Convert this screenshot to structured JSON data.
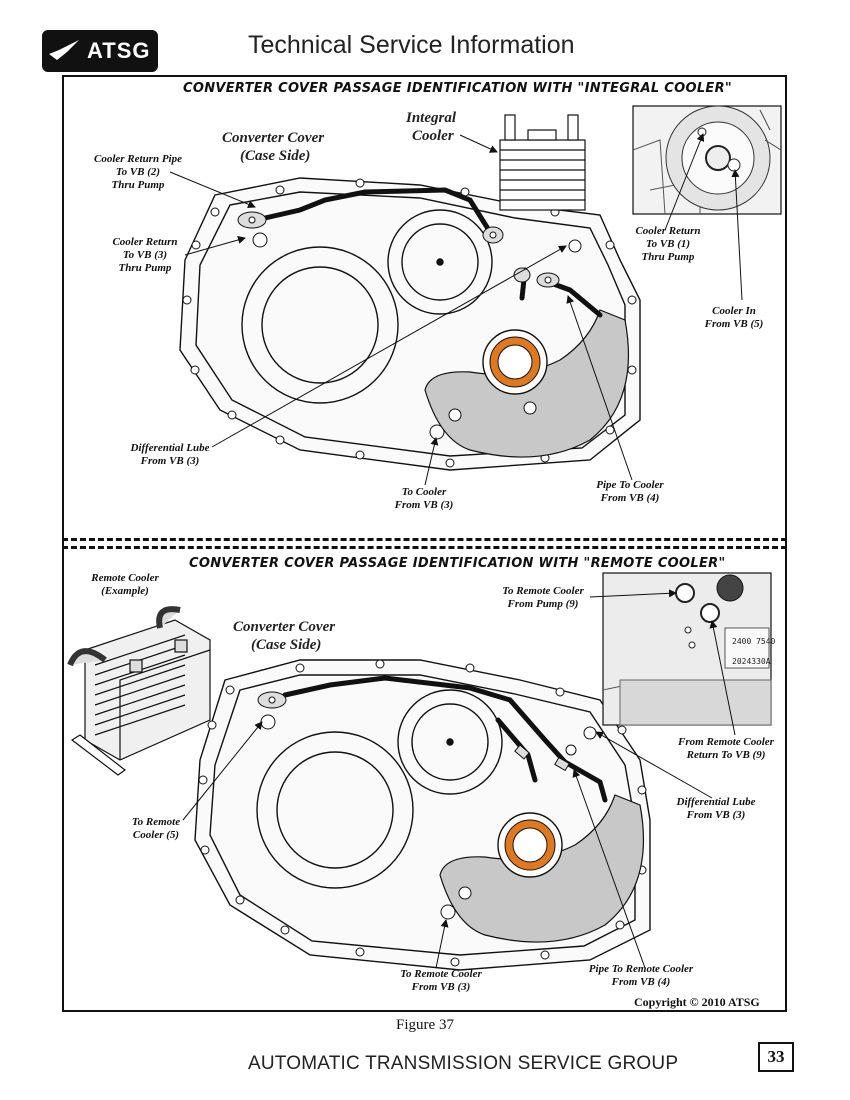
{
  "header": {
    "logo_text": "ATSG",
    "title": "Technical Service Information"
  },
  "section1": {
    "title": "CONVERTER COVER PASSAGE IDENTIFICATION WITH \"INTEGRAL COOLER\"",
    "cover_label_1": "Converter Cover",
    "cover_label_2": "(Case Side)",
    "cooler_label_1": "Integral",
    "cooler_label_2": "Cooler",
    "callouts": {
      "return_pipe": [
        "Cooler Return Pipe",
        "To VB (2)",
        "Thru Pump"
      ],
      "return_vb3": [
        "Cooler Return",
        "To VB (3)",
        "Thru Pump"
      ],
      "diff_lube": [
        "Differential Lube",
        "From VB (3)"
      ],
      "to_cooler": [
        "To Cooler",
        "From VB (3)"
      ],
      "pipe_to_cooler": [
        "Pipe To Cooler",
        "From VB (4)"
      ],
      "return_vb1": [
        "Cooler Return",
        "To VB (1)",
        "Thru Pump"
      ],
      "cooler_in": [
        "Cooler In",
        "From VB (5)"
      ]
    }
  },
  "section2": {
    "title": "CONVERTER COVER PASSAGE IDENTIFICATION WITH \"REMOTE COOLER\"",
    "cover_label_1": "Converter Cover",
    "cover_label_2": "(Case Side)",
    "callouts": {
      "remote_cooler": [
        "Remote Cooler",
        "(Example)"
      ],
      "to_remote_from_pump": [
        "To Remote Cooler",
        "From Pump (9)"
      ],
      "from_remote_return": [
        "From Remote Cooler",
        "Return To VB (9)"
      ],
      "diff_lube": [
        "Differential Lube",
        "From VB (3)"
      ],
      "to_remote_5": [
        "To Remote",
        "Cooler (5)"
      ],
      "to_remote_vb3": [
        "To Remote Cooler",
        "From VB (3)"
      ],
      "pipe_to_remote": [
        "Pipe To Remote Cooler",
        "From VB (4)"
      ]
    },
    "photo_text_1": "2400 7540",
    "photo_text_2": "2024330A"
  },
  "copyright": "Copyright © 2010 ATSG",
  "figure_caption": "Figure 37",
  "footer": "AUTOMATIC TRANSMISSION SERVICE GROUP",
  "page_number": "33",
  "colors": {
    "seal_orange": "#e07820",
    "shield_gray": "#c8c8c8",
    "line": "#111111"
  }
}
